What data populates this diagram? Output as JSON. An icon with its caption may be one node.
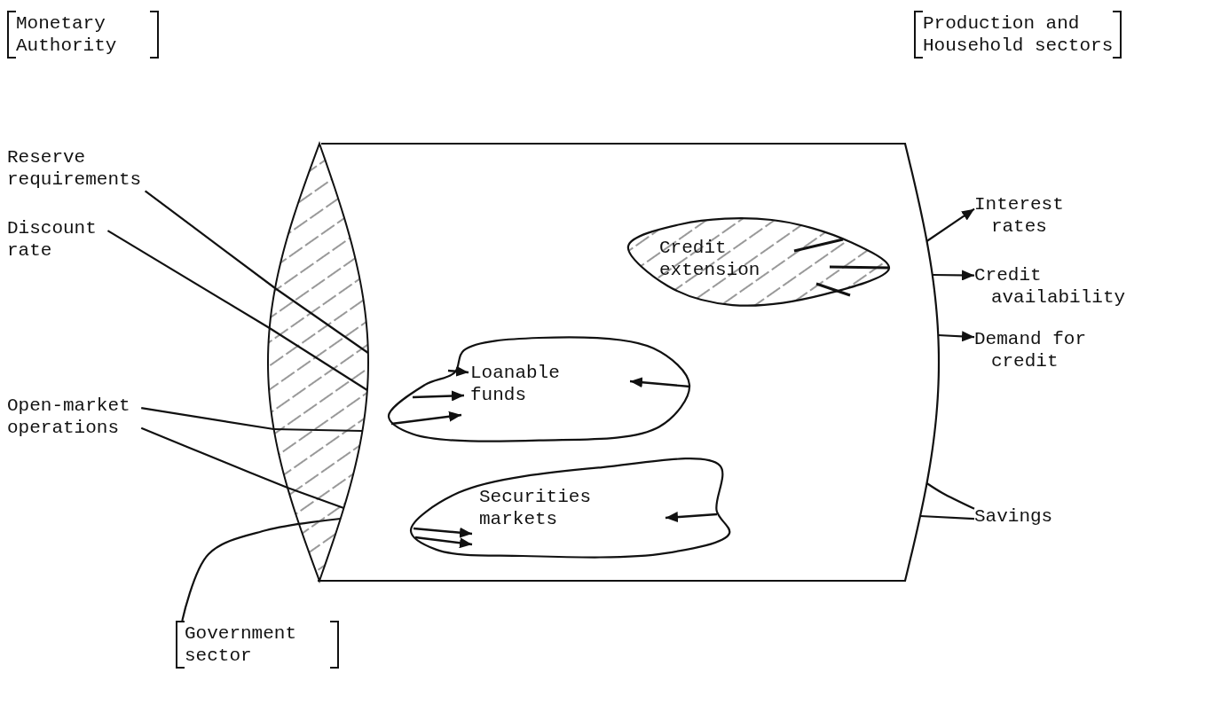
{
  "diagram": {
    "nodes": [
      {
        "text": [
          "Monetary Authority"
        ]
      },
      {
        "text": [
          "Production and Household sectors"
        ]
      },
      {
        "text": [],
        "shape": "cylinder"
      },
      {
        "text": [
          "Credit extension"
        ],
        "in": 2
      },
      {
        "text": [
          "Loanable funds"
        ],
        "in": 2
      },
      {
        "text": [
          "Securities markets"
        ],
        "in": 2
      },
      {
        "text": [
          "Reserve requirements"
        ]
      },
      {
        "text": [
          "Discount rate"
        ]
      },
      {
        "text": [
          "Open-market operations"
        ]
      },
      {
        "text": [
          "Interest rates"
        ]
      },
      {
        "text": [
          "Credit availability"
        ]
      },
      {
        "text": [
          "Demand for credit"
        ]
      },
      {
        "text": [
          "Savings"
        ]
      },
      {
        "text": [
          "Government sector"
        ]
      }
    ],
    "edges": [
      {
        "from": 6,
        "to": 2,
        "arrow": "none"
      },
      {
        "from": 7,
        "to": 2,
        "arrow": "none"
      },
      {
        "from": 8,
        "to": 2,
        "arrow": "none"
      },
      {
        "from": 8,
        "to": 2,
        "arrow": "none"
      },
      {
        "from": 13,
        "to": 2,
        "arrow": "none"
      },
      {
        "from": 2,
        "to": 9,
        "arrow": "to"
      },
      {
        "from": 2,
        "to": 10,
        "arrow": "to"
      },
      {
        "from": 2,
        "to": 11,
        "arrow": "to"
      },
      {
        "from": 12,
        "to": 2,
        "arrow": "none"
      },
      {
        "from": 12,
        "to": 2,
        "arrow": "none"
      }
    ]
  }
}
